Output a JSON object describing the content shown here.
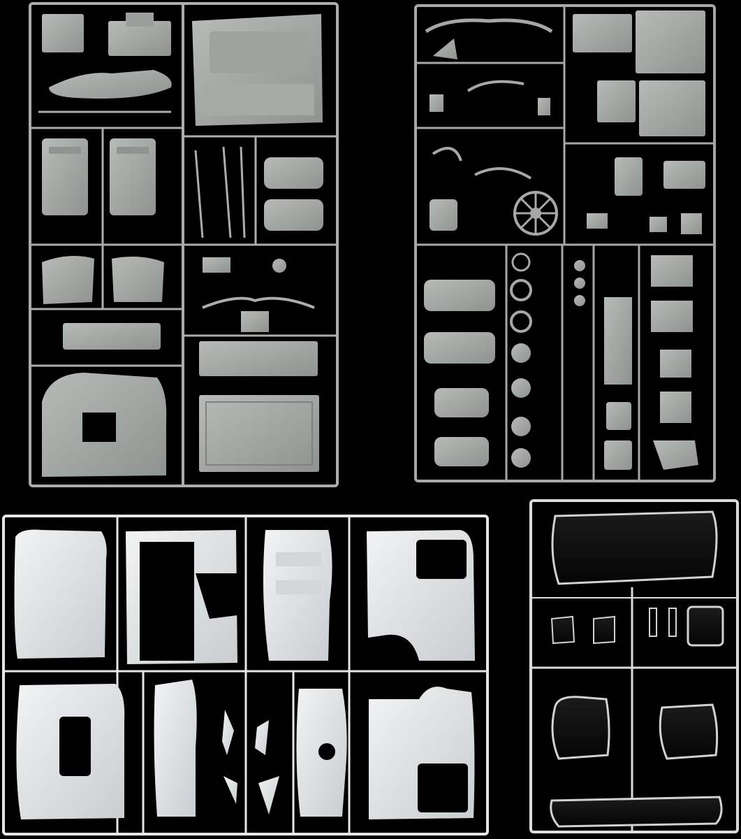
{
  "image": {
    "kind": "photo of plastic model kit sprues on black background",
    "background_color": "#000000"
  },
  "sprues": [
    {
      "name": "grey-sprue-cab-interior",
      "color": "#a9aeab"
    },
    {
      "name": "grey-sprue-chassis-engine",
      "color": "#a4a9a6"
    },
    {
      "name": "white-sprue-cab-body",
      "color": "#e4e7e8"
    },
    {
      "name": "clear-sprue-windows",
      "color": "#d9dcdc"
    }
  ]
}
